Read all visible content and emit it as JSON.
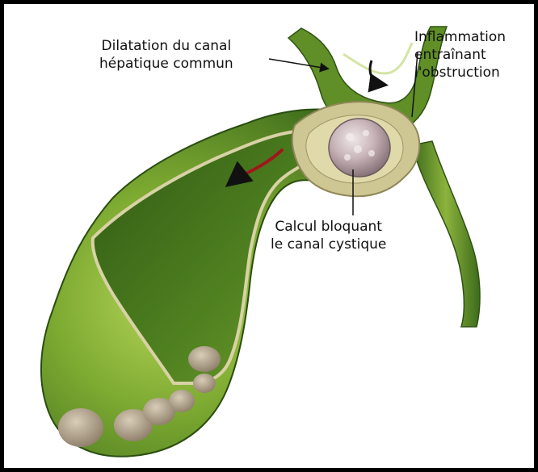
{
  "labels": {
    "dilatation": {
      "line1": "Dilatation du canal",
      "line2": "hépatique commun"
    },
    "inflammation": {
      "line1": "Inflammation",
      "line2": "entraînant",
      "line3": "l'obstruction"
    },
    "calcul": {
      "line1": "Calcul bloquant",
      "line2": "le canal cystique"
    }
  },
  "colors": {
    "frame": "#000000",
    "background": "#ffffff",
    "gallbladder_dark": "#3f6e1e",
    "gallbladder_mid": "#6f9e2c",
    "gallbladder_light": "#a9c84a",
    "wall": "#c9c28e",
    "stone": "#b9a3a8",
    "arrow": "#111111",
    "arrow_red": "#a1151b"
  }
}
